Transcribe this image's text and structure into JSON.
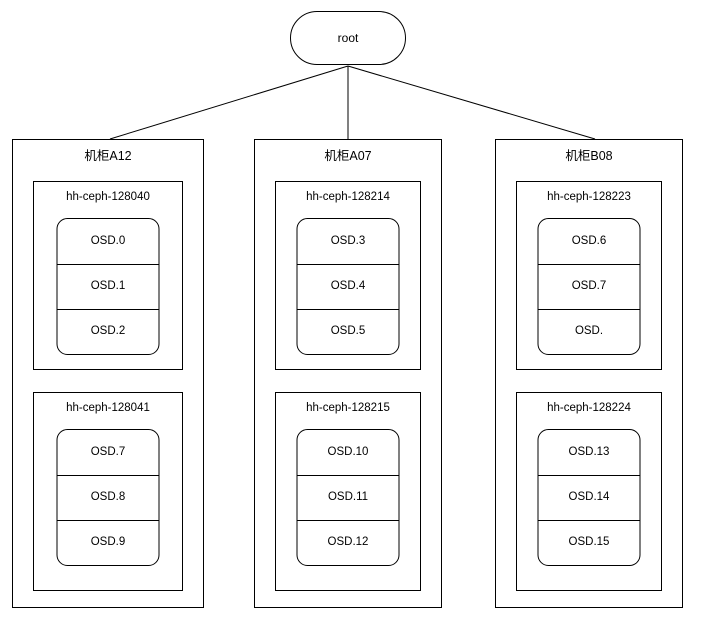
{
  "diagram": {
    "type": "ceph-crush-topology-tree",
    "root": {
      "label": "root"
    },
    "racks": [
      {
        "label": "机柜A12",
        "hosts": [
          {
            "label": "hh-ceph-128040",
            "osds": [
              "OSD.0",
              "OSD.1",
              "OSD.2"
            ]
          },
          {
            "label": "hh-ceph-128041",
            "osds": [
              "OSD.7",
              "OSD.8",
              "OSD.9"
            ]
          }
        ]
      },
      {
        "label": "机柜A07",
        "hosts": [
          {
            "label": "hh-ceph-128214",
            "osds": [
              "OSD.3",
              "OSD.4",
              "OSD.5"
            ]
          },
          {
            "label": "hh-ceph-128215",
            "osds": [
              "OSD.10",
              "OSD.11",
              "OSD.12"
            ]
          }
        ]
      },
      {
        "label": "机柜B08",
        "hosts": [
          {
            "label": "hh-ceph-128223",
            "osds": [
              "OSD.6",
              "OSD.7",
              "OSD."
            ]
          },
          {
            "label": "hh-ceph-128224",
            "osds": [
              "OSD.13",
              "OSD.14",
              "OSD.15"
            ]
          }
        ]
      }
    ],
    "colors": {
      "stroke": "#000000",
      "text": "#000000",
      "background": "#ffffff"
    }
  }
}
